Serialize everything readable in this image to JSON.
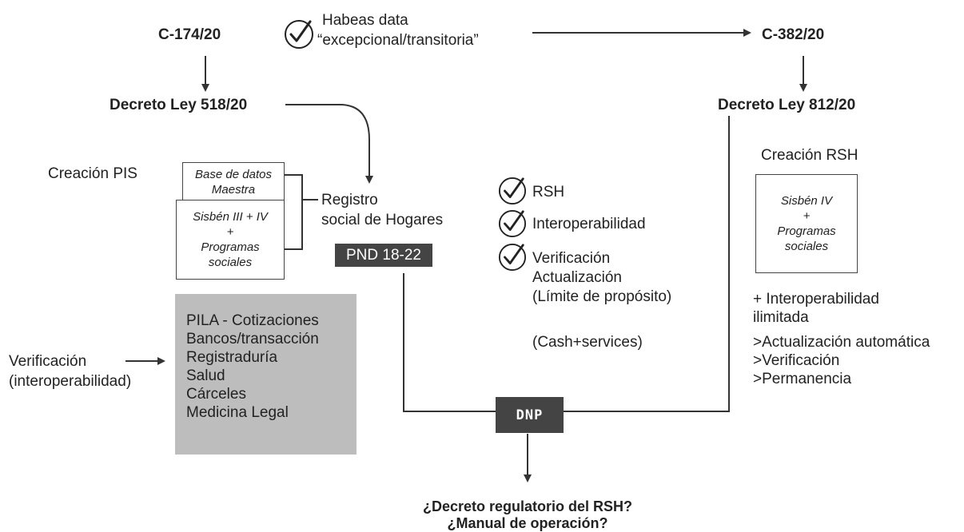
{
  "top": {
    "c174": "C-174/20",
    "c382": "C-382/20",
    "habeas_line1": "Habeas data",
    "habeas_line2": "“excepcional/transitoria”"
  },
  "decrees": {
    "d518": "Decreto Ley 518/20",
    "d812": "Decreto Ley 812/20"
  },
  "pis": {
    "title": "Creación PIS",
    "box1_line1": "Base de datos",
    "box1_line2": "Maestra",
    "box2_line1": "Sisbén III + IV",
    "box2_line2": "+",
    "box2_line3": "Programas",
    "box2_line4": "sociales"
  },
  "registro": {
    "line1": "Registro",
    "line2": "social de Hogares",
    "pnd": "PND 18-22"
  },
  "checks": {
    "rsh": "RSH",
    "interop": "Interoperabilidad",
    "verif_line1": "Verificación",
    "verif_line2": "Actualización",
    "verif_line3": "(Límite de propósito)",
    "cash": "(Cash+services)"
  },
  "rsh_right": {
    "title": "Creación RSH",
    "box_line1": "Sisbén IV",
    "box_line2": "+",
    "box_line3": "Programas",
    "box_line4": "sociales",
    "features": [
      "+ Interoperabilidad",
      "ilimitada",
      ">Actualización automática",
      ">Verificación",
      ">Permanencia"
    ]
  },
  "verificacion": {
    "line1": "Verificación",
    "line2": "(interoperabilidad)",
    "sources": [
      "PILA - Cotizaciones",
      "Bancos/transacción",
      "Registraduría",
      "Salud",
      "Cárceles",
      "Medicina Legal"
    ]
  },
  "dnp": "DNP",
  "bottom": {
    "q1": "¿Decreto regulatorio del RSH?",
    "q2": "¿Manual de operación?"
  },
  "colors": {
    "dark": "#444444",
    "gray_fill": "#bdbdbd",
    "text": "#222222"
  }
}
